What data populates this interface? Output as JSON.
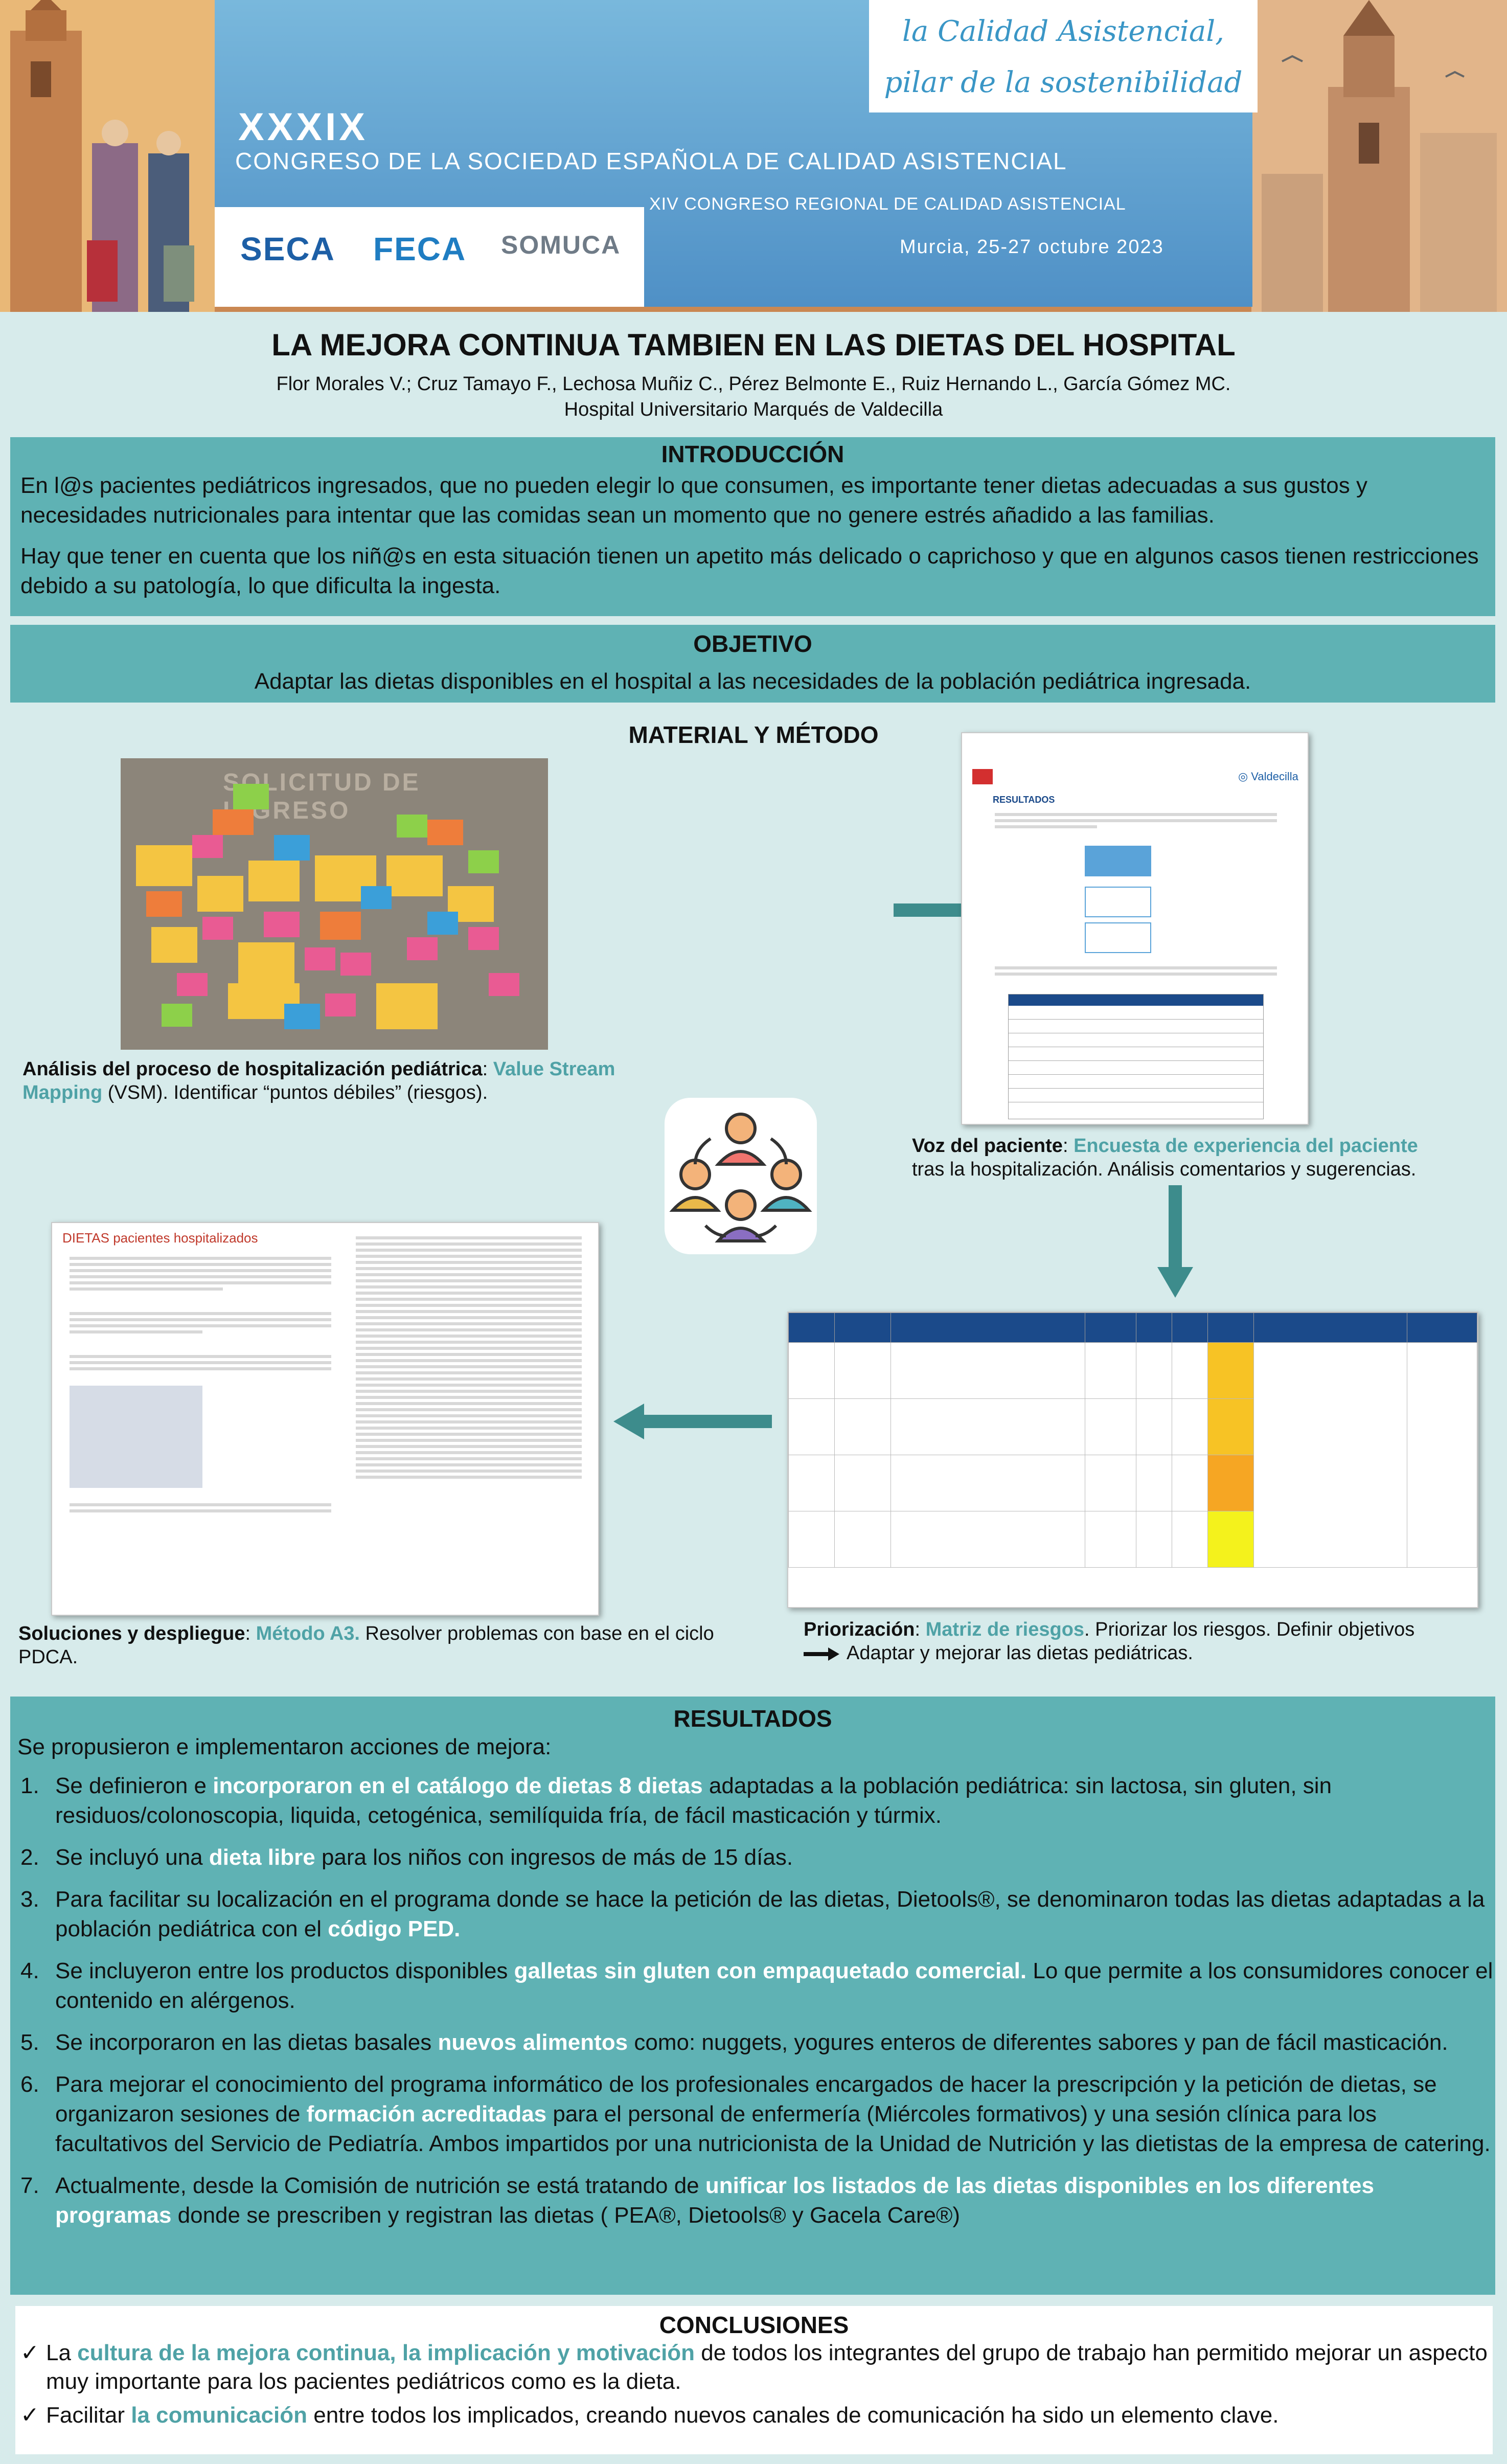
{
  "header": {
    "edition": "XXXIX",
    "congress": "CONGRESO DE LA SOCIEDAD ESPAÑOLA DE CALIDAD ASISTENCIAL",
    "regional": "XIV CONGRESO REGIONAL DE CALIDAD ASISTENCIAL",
    "city_date": "Murcia, 25-27 octubre 2023",
    "slogan_1": "la Calidad Asistencial,",
    "slogan_2": "pilar de la sostenibilidad",
    "logos": [
      "SECA",
      "FECA",
      "SOMUCA"
    ]
  },
  "title": "LA MEJORA CONTINUA TAMBIEN EN LAS DIETAS DEL HOSPITAL",
  "authors": "Flor Morales V.; Cruz Tamayo F., Lechosa Muñiz C.,  Pérez Belmonte E.,  Ruiz Hernando L., García Gómez MC.",
  "hospital": "Hospital Universitario Marqués de Valdecilla",
  "introduccion": {
    "heading": "INTRODUCCIÓN",
    "p1": "En l@s pacientes pediátricos  ingresados, que no pueden elegir lo que consumen, es  importante tener dietas adecuadas a sus gustos y necesidades nutricionales para intentar que las comidas  sean un momento que no genere estrés añadido a las familias.",
    "p2": "Hay que tener en cuenta que los niñ@s en esta situación tienen un apetito más delicado o caprichoso y que en algunos casos tienen restricciones debido a su patología, lo que dificulta la ingesta."
  },
  "objetivo": {
    "heading": "OBJETIVO",
    "text": "Adaptar las dietas disponibles en el hospital a las necesidades de la población pediátrica ingresada."
  },
  "material": {
    "heading": "MATERIAL Y MÉTODO",
    "vsm_a": "Análisis del proceso de hospitalización pediátrica",
    "vsm_b": ": ",
    "vsm_hl": "Value Stream Mapping",
    "vsm_c": " (VSM). Identificar “puntos débiles” (riesgos).",
    "voz_a": "Voz del paciente",
    "voz_b": ": ",
    "voz_hl": "Encuesta de experiencia del paciente",
    "voz_c": "tras la hospitalización. Análisis comentarios y sugerencias.",
    "sol_a": "Soluciones y despliegue",
    "sol_b": ": ",
    "sol_hl": "Método A3.",
    "sol_c": " Resolver problemas con base en el ciclo PDCA.",
    "pri_a": "Priorización",
    "pri_b": ":  ",
    "pri_hl": "Matriz de riesgos",
    "pri_c": ". Priorizar los riesgos. Definir objetivos",
    "pri_d": "Adaptar y mejorar las dietas pediátricas.",
    "photo_title": "SOLICITUD DE INGRESO",
    "survey_label": "RESULTADOS",
    "a3_title": "DIETAS pacientes hospitalizados"
  },
  "resultados": {
    "heading": "RESULTADOS",
    "intro": "Se propusieron e implementaron acciones de mejora:",
    "items": [
      {
        "n": "1.",
        "a": "Se definieron e ",
        "hl": "incorporaron en el catálogo de dietas 8 dietas",
        "b": "  adaptadas a la población pediátrica: sin lactosa, sin gluten, sin residuos/colonoscopia, liquida, cetogénica, semilíquida fría, de fácil masticación y túrmix."
      },
      {
        "n": "2.",
        "a": "Se incluyó una ",
        "hl": "dieta libre",
        "b": " para los niños con ingresos de más de 15 días."
      },
      {
        "n": "3.",
        "a": "Para facilitar su localización en el programa donde se hace la petición de las dietas, Dietools®, se denominaron todas las dietas adaptadas a la población pediátrica con el ",
        "hl": "código PED.",
        "b": ""
      },
      {
        "n": "4.",
        "a": "Se incluyeron entre los productos disponibles ",
        "hl": "galletas sin gluten con empaquetado comercial.",
        "b": " Lo que permite a los consumidores conocer el contenido en alérgenos."
      },
      {
        "n": "5.",
        "a": "Se incorporaron en las dietas basales ",
        "hl": "nuevos alimentos",
        "b": " como: nuggets, yogures enteros de diferentes sabores y pan de fácil masticación."
      },
      {
        "n": "6.",
        "a": "Para mejorar el conocimiento del programa informático de los profesionales encargados de hacer la prescripción y la petición de dietas, se organizaron sesiones de ",
        "hl": "formación acreditadas",
        "b": " para el personal de enfermería (Miércoles formativos) y una sesión clínica para los facultativos del Servicio de Pediatría. Ambos impartidos por una nutricionista de la Unidad de Nutrición y las dietistas de la empresa de catering."
      },
      {
        "n": "7.",
        "a": "Actualmente, desde la Comisión de nutrición se está tratando de ",
        "hl": "unificar los listados de las dietas disponibles en los diferentes programas",
        "b": " donde se prescriben y registran las dietas ( PEA®, Dietools® y Gacela Care®)"
      }
    ]
  },
  "conclusiones": {
    "heading": "CONCLUSIONES",
    "items": [
      {
        "a": "La ",
        "hl": "cultura de la mejora continua, la implicación y motivación",
        "b": " de todos los integrantes del grupo de trabajo han permitido mejorar un aspecto muy importante para los pacientes pediátricos como es la dieta."
      },
      {
        "a": "Facilitar ",
        "hl": "la comunicación",
        "b": " entre todos los implicados, creando nuevos canales de comunicación ha sido un elemento clave."
      }
    ]
  },
  "colors": {
    "teal": "#5fb2b4",
    "highlight": "#4fa2a6",
    "navy": "#1b4a8a",
    "banner": "#4f90c6"
  }
}
